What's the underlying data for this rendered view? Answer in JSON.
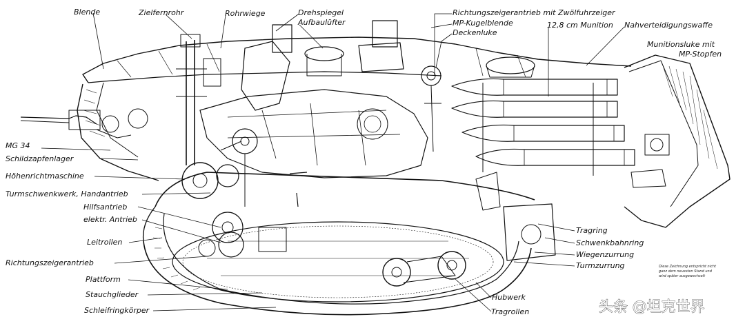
{
  "labels": {
    "blende": "Blende",
    "zielfernrohr": "Zielfernrohr",
    "rohrwiege": "Rohrwiege",
    "drehspiegel": "Drehspiegel",
    "aufbaulufter": "Aufbaulüfter",
    "richtungszeigerantrieb_zwolf": "Richtungszeigerantrieb mit Zwölfuhrzeiger",
    "mp_kugelblende": "MP-Kugelblende",
    "deckenluke": "Deckenluke",
    "munition": "12,8 cm Munition",
    "nahverteidigungswaffe": "Nahverteidigungswaffe",
    "munitionsluke": "Munitionsluke mit",
    "mp_stopfen": "MP-Stopfen",
    "mg34": "MG 34",
    "schildzapfenlager": "Schildzapfenlager",
    "hohenrichtmaschine": "Höhenrichtmaschine",
    "turmschwenkwerk": "Turmschwenkwerk, Handantrieb",
    "hilfsantrieb": "Hilfsantrieb",
    "elektr_antrieb": "elektr. Antrieb",
    "leitrollen": "Leitrollen",
    "richtungszeigerantrieb": "Richtungszeigerantrieb",
    "plattform": "Plattform",
    "stauchglieder": "Stauchglieder",
    "schleifringkorper": "Schleifringkörper",
    "tragring": "Tragring",
    "schwenkbahnring": "Schwenkbahnring",
    "wiegenzurrung": "Wiegenzurrung",
    "turmzurrung": "Turmzurrung",
    "hubwerk": "Hubwerk",
    "tragrollen": "Tragrollen"
  },
  "note": [
    "Diese Zeichnung entspricht nicht",
    "ganz dem neuesten Stand und",
    "wird später ausgewechselt"
  ],
  "watermark": "头条 @坦克世界",
  "colors": {
    "ink": "#111111",
    "paper": "#ffffff",
    "watermark_fill": "#ffffff"
  }
}
